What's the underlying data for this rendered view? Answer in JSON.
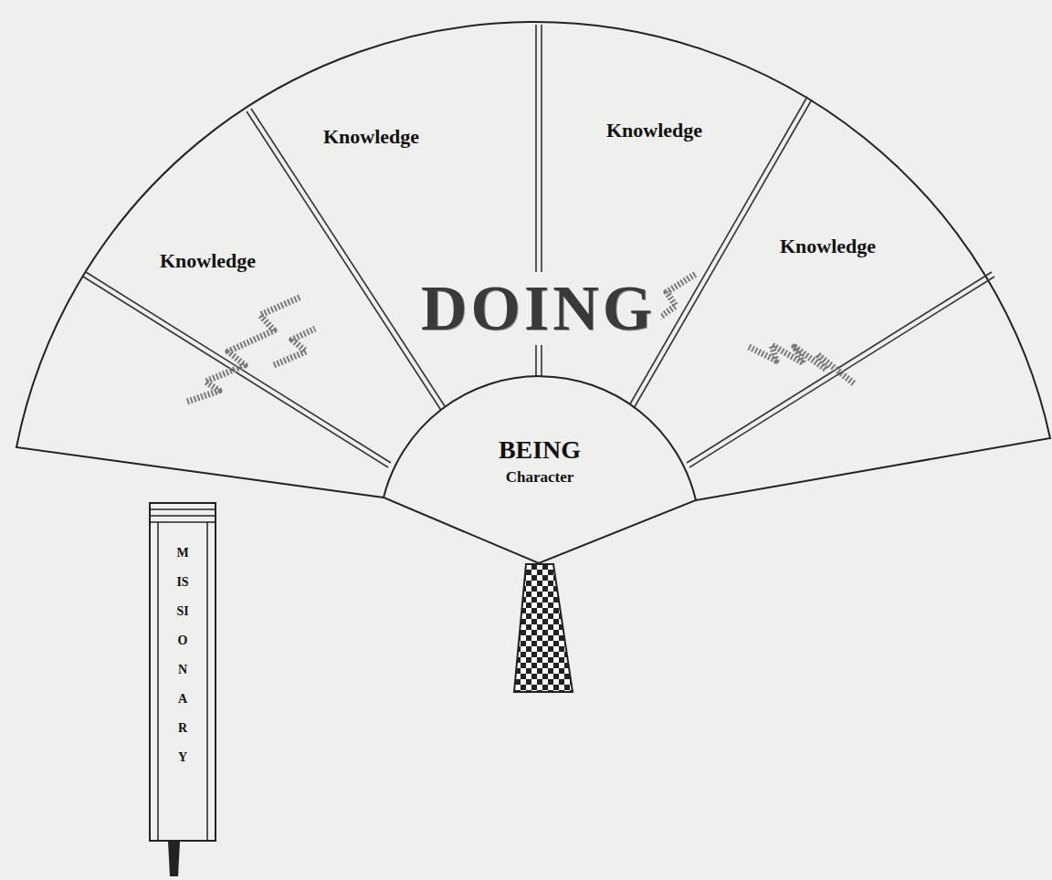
{
  "diagram": {
    "nodes": [
      {
        "text": [
          "Knowledge"
        ]
      },
      {
        "text": [
          "Knowledge"
        ]
      },
      {
        "text": [
          "Knowledge"
        ]
      },
      {
        "text": [
          "Knowledge"
        ]
      },
      {
        "text": [
          "BEING",
          "Character"
        ]
      },
      {
        "text": [
          "MISSIONARY"
        ]
      }
    ],
    "labels": [
      "DOING"
    ]
  }
}
